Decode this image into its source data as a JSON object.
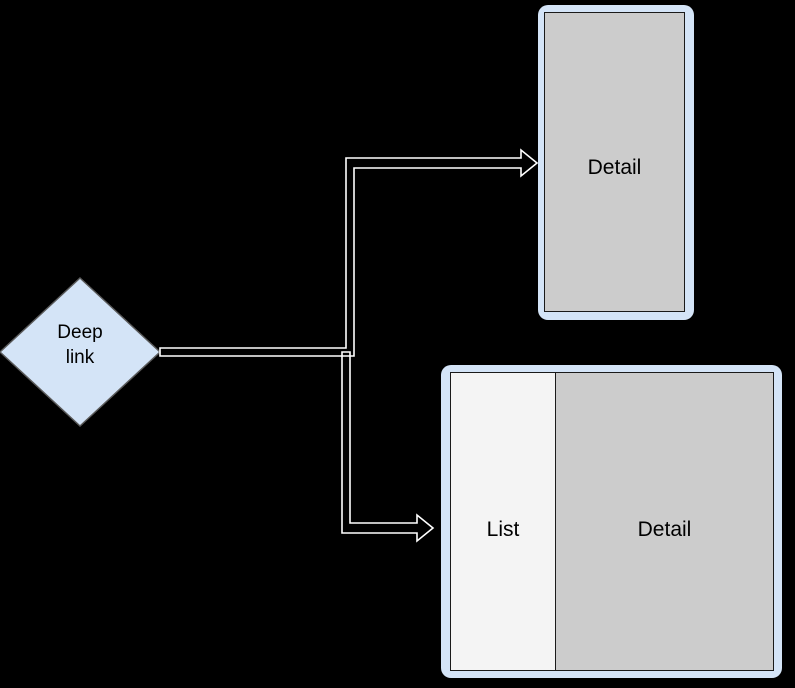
{
  "diagram": {
    "title": "Deep link navigation diagram",
    "background_color": "#000000",
    "nodes": {
      "deep_link": {
        "label": "Deep\nlink",
        "shape": "diamond",
        "fill_color": "#d4e4f7",
        "stroke_color": "#5a5a5a",
        "text_color": "#000000"
      },
      "phone_detail": {
        "label": "Detail",
        "shape": "phone-frame",
        "frame_color": "#d4e4f7",
        "screen_color": "#cccccc",
        "stroke_color": "#1a1a1a"
      },
      "tablet_list_detail": {
        "list_label": "List",
        "detail_label": "Detail",
        "shape": "tablet-frame",
        "frame_color": "#d4e4f7",
        "list_color": "#f4f4f4",
        "detail_color": "#cccccc",
        "stroke_color": "#1a1a1a"
      }
    },
    "edges": [
      {
        "from": "deep_link",
        "to": "phone_detail",
        "style": "orthogonal-open-arrow",
        "stroke_color": "#ffffff"
      },
      {
        "from": "deep_link",
        "to": "tablet_list_detail",
        "style": "orthogonal-open-arrow",
        "stroke_color": "#ffffff"
      }
    ]
  }
}
